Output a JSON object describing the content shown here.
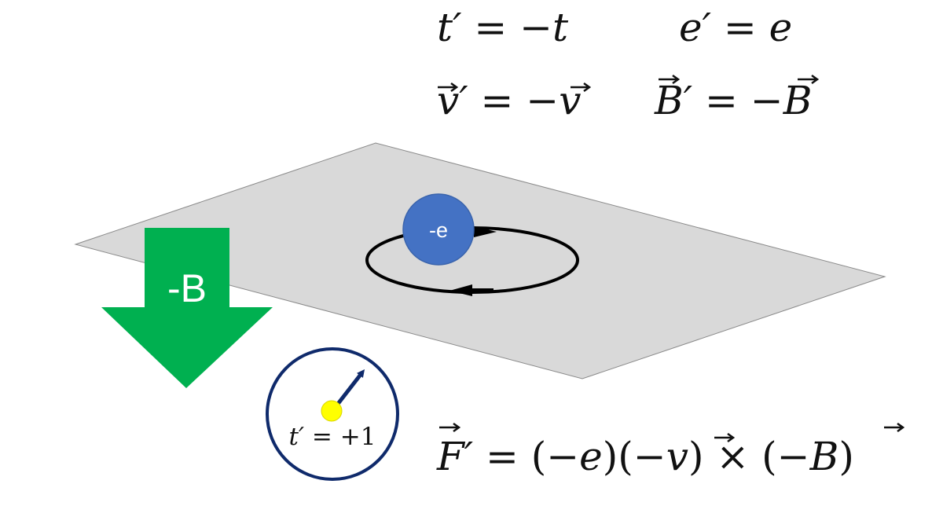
{
  "equations": {
    "time_reversal": {
      "lhs": "t′",
      "eq": " = ",
      "rhs": "−t"
    },
    "charge": {
      "lhs": "e′",
      "eq": " = ",
      "rhs": "e"
    },
    "velocity": {
      "lhs": "v′",
      "eq": " = ",
      "rhs_sign": "−",
      "rhs": "v"
    },
    "field": {
      "lhs": "B′",
      "eq": " = ",
      "rhs_sign": "−",
      "rhs": "B"
    },
    "force": {
      "lhs": "F′",
      "eq": " = ",
      "p1_open": "(",
      "p1_sign": "−",
      "p1_var": "e",
      "p1_close": ")",
      "p2_open": "(",
      "p2_sign": "−",
      "p2_var": "v",
      "p2_close": ")",
      "cross": " × ",
      "p3_open": "(",
      "p3_sign": "−",
      "p3_var": "B",
      "p3_close": ")"
    }
  },
  "field_arrow": {
    "label": "-B",
    "color": "#00b050"
  },
  "electron": {
    "label": "-e",
    "color": "#4472c4"
  },
  "clock": {
    "lhs": "t′",
    "eq": " = ",
    "rhs": "+1",
    "rim_color": "#0f2a6b",
    "center_color": "#ffff00"
  },
  "plane_color": "#d9d9d9"
}
